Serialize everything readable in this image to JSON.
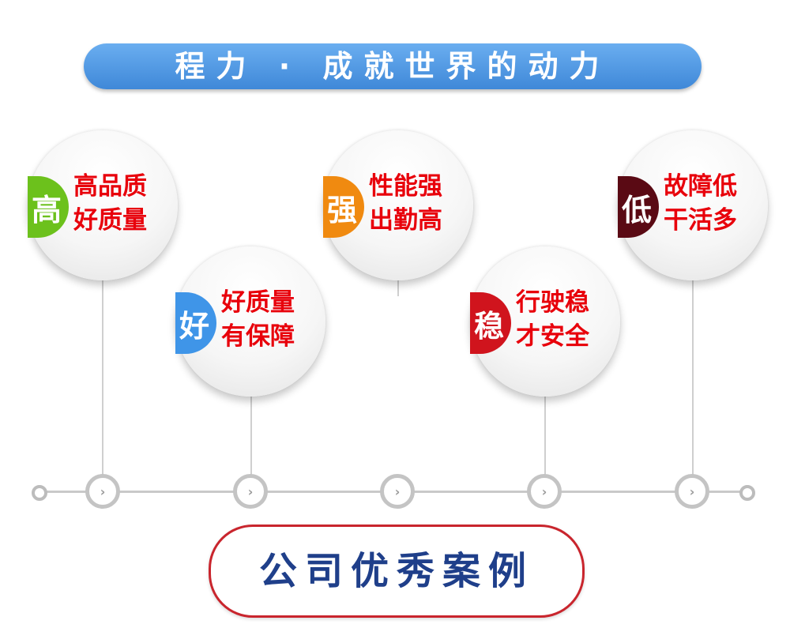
{
  "banner": {
    "title": "程力 · 成就世界的动力"
  },
  "features": [
    {
      "badge": "高",
      "color": "#6cc11c",
      "line1": "高品质",
      "line2": "好质量"
    },
    {
      "badge": "好",
      "color": "#3f95e8",
      "line1": "好质量",
      "line2": "有保障"
    },
    {
      "badge": "强",
      "color": "#f08a10",
      "line1": "性能强",
      "line2": "出勤高"
    },
    {
      "badge": "稳",
      "color": "#d0141d",
      "line1": "行驶稳",
      "line2": "才安全"
    },
    {
      "badge": "低",
      "color": "#5a0a14",
      "line1": "故障低",
      "line2": "干活多"
    }
  ],
  "timeline": {
    "node_icon": "chevron-right-icon",
    "node_glyph": "›"
  },
  "cases": {
    "title": "公司优秀案例"
  },
  "colors": {
    "banner": "#4a91e0",
    "feature_text": "#e8000b",
    "cases_text": "#1f3f8a",
    "cases_border": "#c9252d"
  }
}
